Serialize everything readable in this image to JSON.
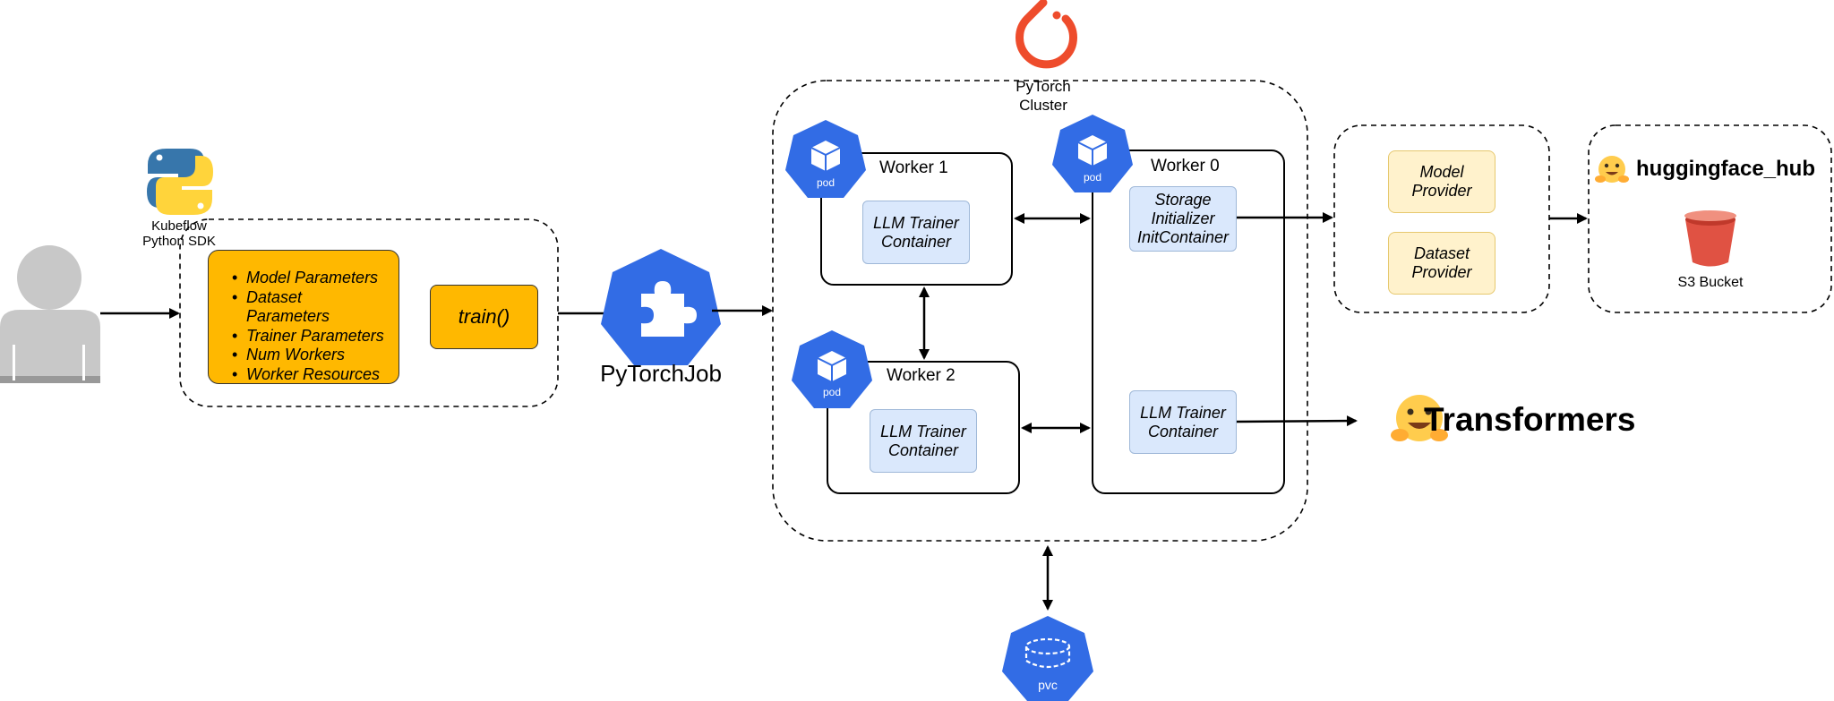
{
  "user": {
    "icon": "user-silhouette-icon"
  },
  "sdk": {
    "label_line1": "Kubeflow",
    "label_line2": "Python SDK",
    "icon": "python-logo-icon"
  },
  "params": {
    "items": [
      "Model Parameters",
      "Dataset Parameters",
      "Trainer Parameters",
      "Num Workers",
      "Worker Resources"
    ],
    "train_label": "train()"
  },
  "pytorchjob": {
    "label": "PyTorchJob",
    "icon": "puzzle-piece-icon"
  },
  "cluster": {
    "label_line1": "PyTorch",
    "label_line2": "Cluster",
    "icon": "pytorch-flame-icon"
  },
  "worker1": {
    "title": "Worker 1",
    "pod_label": "pod",
    "container_line1": "LLM Trainer",
    "container_line2": "Container"
  },
  "worker2": {
    "title": "Worker 2",
    "pod_label": "pod",
    "container_line1": "LLM Trainer",
    "container_line2": "Container"
  },
  "worker0": {
    "title": "Worker 0",
    "pod_label": "pod",
    "init_line1": "Storage",
    "init_line2": "Initializer",
    "init_line3": "InitContainer",
    "container_line1": "LLM Trainer",
    "container_line2": "Container"
  },
  "providers": {
    "model_line1": "Model",
    "model_line2": "Provider",
    "dataset_line1": "Dataset",
    "dataset_line2": "Provider"
  },
  "hub": {
    "title": "huggingface_hub",
    "bucket_label": "S3 Bucket",
    "icon": "hugging-face-emoji-icon",
    "bucket_icon": "s3-bucket-icon"
  },
  "transformers": {
    "label": "Transformers",
    "icon": "hugging-face-emoji-icon"
  },
  "pvc": {
    "label": "pvc",
    "icon": "storage-volume-icon"
  },
  "colors": {
    "k8s_blue": "#326ce5",
    "python_blue": "#3776ab",
    "python_yellow": "#ffd43b",
    "pytorch_orange": "#ee4c2c",
    "bucket_red": "#e05243"
  }
}
